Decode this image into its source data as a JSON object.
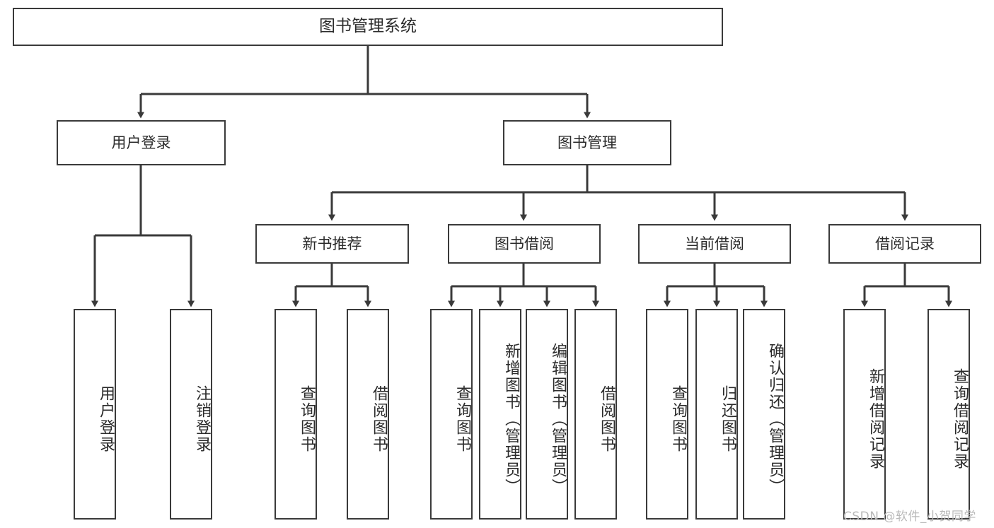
{
  "diagram": {
    "title": "图书管理系统",
    "type": "hierarchy-tree",
    "watermark": "CSDN @软件_小贺同学",
    "colors": {
      "box_stroke": "#3a3a3a",
      "box_fill": "#ffffff",
      "connector": "#3a3a3a",
      "text": "#2b2b2b",
      "watermark": "#b9b9b9"
    },
    "root": {
      "label": "图书管理系统"
    },
    "level2": [
      {
        "id": "user-login",
        "label": "用户登录"
      },
      {
        "id": "book-management",
        "label": "图书管理"
      }
    ],
    "level3": [
      {
        "id": "new-book-recommend",
        "label": "新书推荐"
      },
      {
        "id": "book-borrow",
        "label": "图书借阅"
      },
      {
        "id": "current-borrow",
        "label": "当前借阅"
      },
      {
        "id": "borrow-record",
        "label": "借阅记录"
      }
    ],
    "leaves": [
      {
        "id": "leaf-user-login",
        "label": "用户登录",
        "parent": "user-login"
      },
      {
        "id": "leaf-logout-login",
        "label": "注销登录",
        "parent": "user-login"
      },
      {
        "id": "leaf-query-book-1",
        "label": "查询图书",
        "parent": "new-book-recommend"
      },
      {
        "id": "leaf-borrow-book-1",
        "label": "借阅图书",
        "parent": "new-book-recommend"
      },
      {
        "id": "leaf-query-book-2",
        "label": "查询图书",
        "parent": "book-borrow"
      },
      {
        "id": "leaf-add-book",
        "label": "新增图书（管理员）",
        "parent": "book-borrow"
      },
      {
        "id": "leaf-edit-book",
        "label": "编辑图书（管理员）",
        "parent": "book-borrow"
      },
      {
        "id": "leaf-borrow-book-2",
        "label": "借阅图书",
        "parent": "book-borrow"
      },
      {
        "id": "leaf-query-book-3",
        "label": "查询图书",
        "parent": "current-borrow"
      },
      {
        "id": "leaf-return-book",
        "label": "归还图书",
        "parent": "current-borrow"
      },
      {
        "id": "leaf-confirm-return",
        "label": "确认归还（管理员）",
        "parent": "current-borrow"
      },
      {
        "id": "leaf-add-record",
        "label": "新增借阅记录",
        "parent": "borrow-record"
      },
      {
        "id": "leaf-query-record",
        "label": "查询借阅记录",
        "parent": "borrow-record"
      }
    ]
  }
}
